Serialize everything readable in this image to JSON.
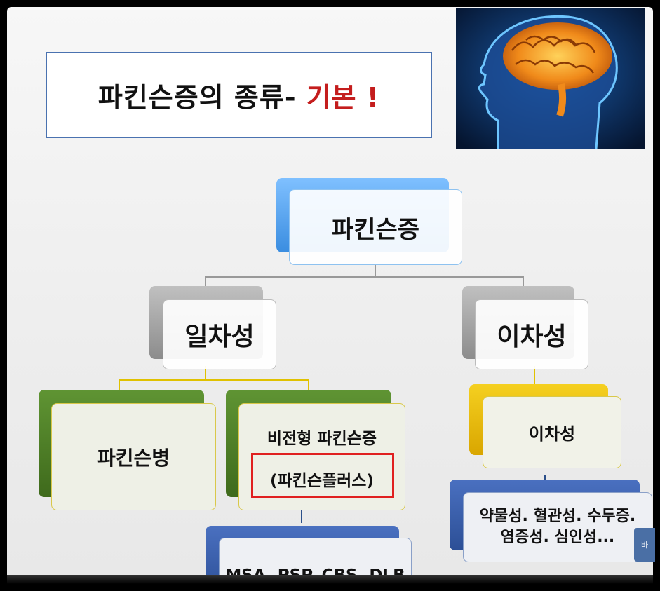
{
  "slide": {
    "title_main": "파킨슨증의 종류-",
    "title_accent": "기본 !"
  },
  "tree": {
    "root": "파킨슨증",
    "primary": "일차성",
    "secondary": "이차성",
    "parkinsons_disease": "파킨슨병",
    "atypical_line1": "비전형 파킨슨증",
    "atypical_line2": "(파킨슨플러스)",
    "atypical_examples": "MSA. PSP. CBS. DLB",
    "secondary_child": "이차성",
    "secondary_causes_line1": "약물성. 혈관성. 수두증.",
    "secondary_causes_line2": "염증성. 심인성..."
  },
  "colors": {
    "root_accent": "#4a96e0",
    "level1_accent": "#9a9a9a",
    "green_accent": "#4e7d27",
    "yellow_accent": "#e6b800",
    "blue_accent": "#3a5fb0",
    "highlight": "#e02020",
    "title_accent": "#c41d1d"
  },
  "watermark": {
    "text": "바"
  },
  "icons": [
    "brain-illustration"
  ]
}
